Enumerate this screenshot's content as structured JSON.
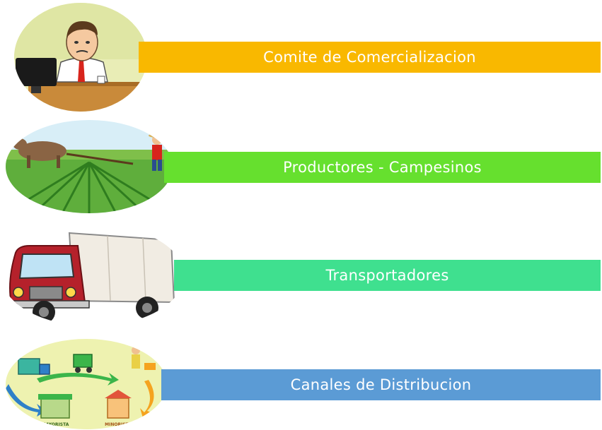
{
  "rows": [
    {
      "label": "Comite de Comercializacion",
      "color": "#F9B800",
      "icon": "office-worker-icon"
    },
    {
      "label": "Productores - Campesinos",
      "color": "#66E02E",
      "icon": "farmer-plowing-icon"
    },
    {
      "label": "Transportadores",
      "color": "#3FE08F",
      "icon": "delivery-truck-icon"
    },
    {
      "label": "Canales de Distribucion",
      "color": "#5B9BD5",
      "icon": "distribution-channels-icon"
    }
  ],
  "illustration_text": {
    "wholesaler": "MAYORISTA",
    "retailer": "MINORISTA"
  }
}
